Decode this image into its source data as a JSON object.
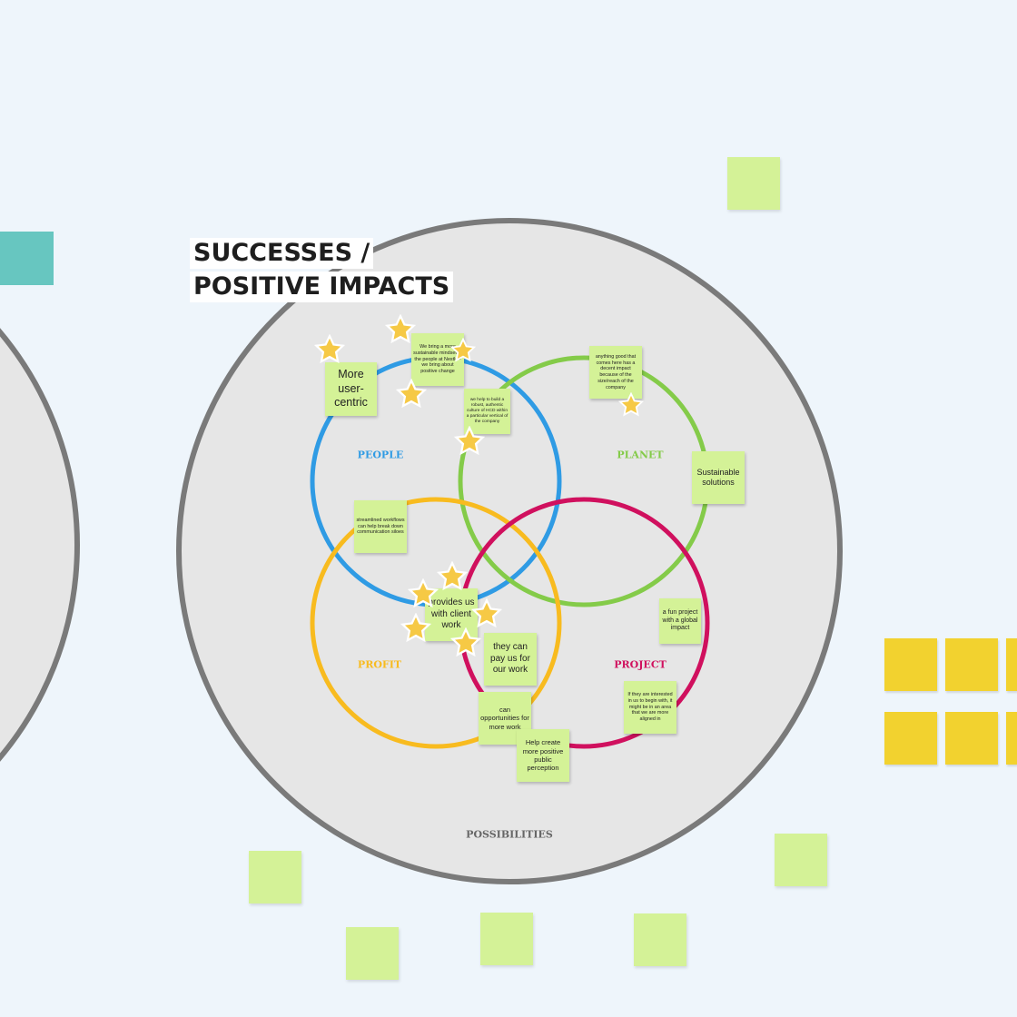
{
  "board": {
    "title_line1": "SUCCESSES /",
    "title_line2": "POSITIVE IMPACTS",
    "outer_label": "POSSIBILITIES"
  },
  "circles": {
    "people": {
      "label": "PEOPLE",
      "color": "#2f9be4"
    },
    "planet": {
      "label": "PLANET",
      "color": "#84cb49"
    },
    "profit": {
      "label": "PROFIT",
      "color": "#f8bb1f"
    },
    "project": {
      "label": "PROJECT",
      "color": "#d0105e"
    }
  },
  "colors": {
    "background": "#eef5fb",
    "outer_circle_fill": "#e6e6e6",
    "outer_circle_stroke": "#7a7a7a",
    "sticky": "#d4f297",
    "teal": "#67c6c0",
    "yellow": "#f2d22f",
    "star": "#f6c945"
  },
  "notes": {
    "user_centric": "More user-centric",
    "sustainable_mindset": "We bring a more sustainable mindset to the people at Nestle - we bring about positive change",
    "robust_culture": "we help to build a robust, authentic culture of HCD within a particular vertical of the company",
    "anything_good": "anything good that comes here has a decent impact because of the size/reach of the company",
    "sustainable_solutions": "Sustainable solutions",
    "streamlined": "streamlined workflows can help break down communication siloes",
    "client_work": "provides us with client work",
    "pay_us": "they can pay us for our work",
    "fun_project": "a fun project with a global impact",
    "interested": "If they are interested in us to begin with, it might be in an area that we are more aligned in",
    "opportunities": "can opportunities for more work",
    "perception": "Help create more positive public perception"
  }
}
